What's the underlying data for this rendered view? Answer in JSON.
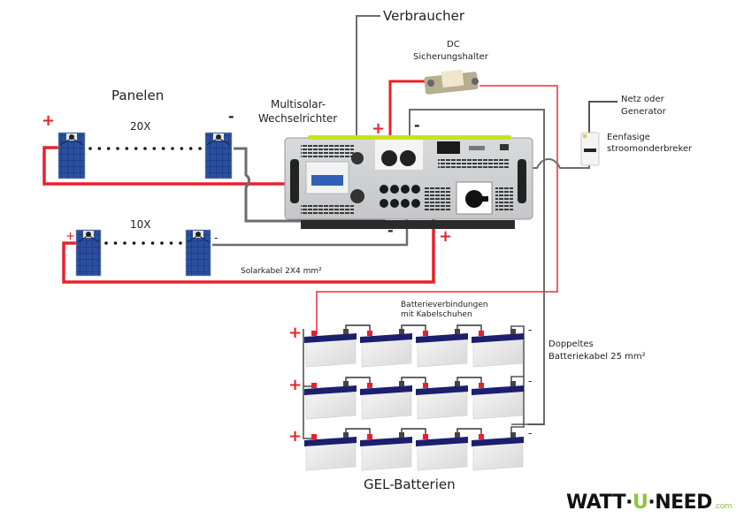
{
  "title": "Multisolar-Wechselrichter Verkabelung",
  "labels": {
    "verbraucher": "Verbraucher",
    "dc_fuse_line1": "DC",
    "dc_fuse_line2": "Sicherungshalter",
    "panelen": "Panelen",
    "inverter_line1": "Multisolar-",
    "inverter_line2": "Wechselrichter",
    "grid_line1": "Netz oder",
    "grid_line2": "Generator",
    "breaker_line1": "Eenfasige",
    "breaker_line2": "stroomonderbreker",
    "string1_count": "20X",
    "string2_count": "10X",
    "solar_cable": "Solarkabel 2X4 mm²",
    "battery_connections_line1": "Batterieverbindungen",
    "battery_connections_line2": "mit Kabelschuhen",
    "battery_cable_line1": "Doppeltes",
    "battery_cable_line2": "Batteriekabel 25 mm²",
    "batteries": "GEL-Batterien"
  },
  "polarity": {
    "plus": "+",
    "minus": "-"
  },
  "logo": {
    "part1": "WATT·",
    "part2": "U",
    "part3": "·NEED",
    "suffix": ".com"
  },
  "colors": {
    "positive_wire": "#e8202a",
    "negative_wire": "#6d6d6d",
    "battery_lid": "#1c1f6e",
    "panel_blue": "#1f3f8a",
    "brand_accent": "#8cc63f",
    "inverter_accent": "#c8e21f"
  },
  "battery_bank": {
    "rows": 3,
    "per_row": 4
  },
  "panel_strings": [
    {
      "count_label": "20X",
      "dots": 13
    },
    {
      "count_label": "10X",
      "dots": 9
    }
  ]
}
